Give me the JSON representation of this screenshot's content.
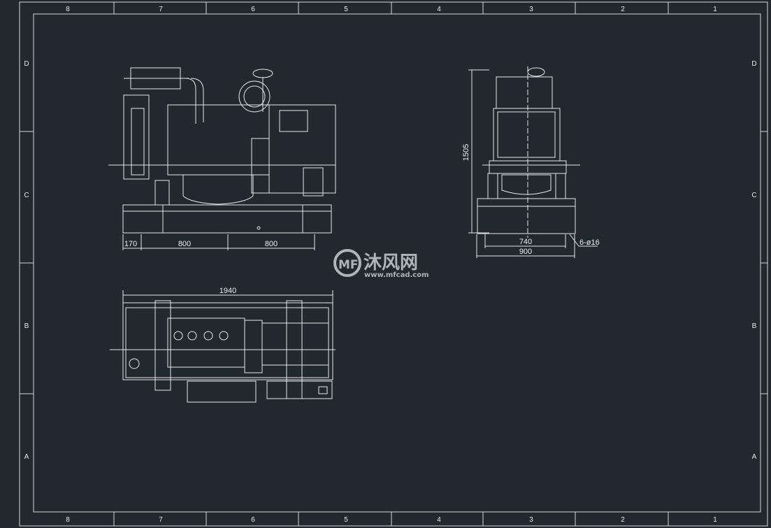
{
  "frame": {
    "columns": [
      "8",
      "7",
      "6",
      "5",
      "4",
      "3",
      "2",
      "1"
    ],
    "rows": [
      "D",
      "C",
      "B",
      "A"
    ]
  },
  "side_view": {
    "dims": [
      "170",
      "800",
      "800"
    ]
  },
  "end_view": {
    "height": "1505",
    "inner_width": "740",
    "outer_width": "900",
    "holes": "6-ø16"
  },
  "top_view": {
    "length": "1940"
  },
  "watermark": {
    "brand": "沐风网",
    "url": "www.mfcad.com",
    "logo": "MF"
  }
}
